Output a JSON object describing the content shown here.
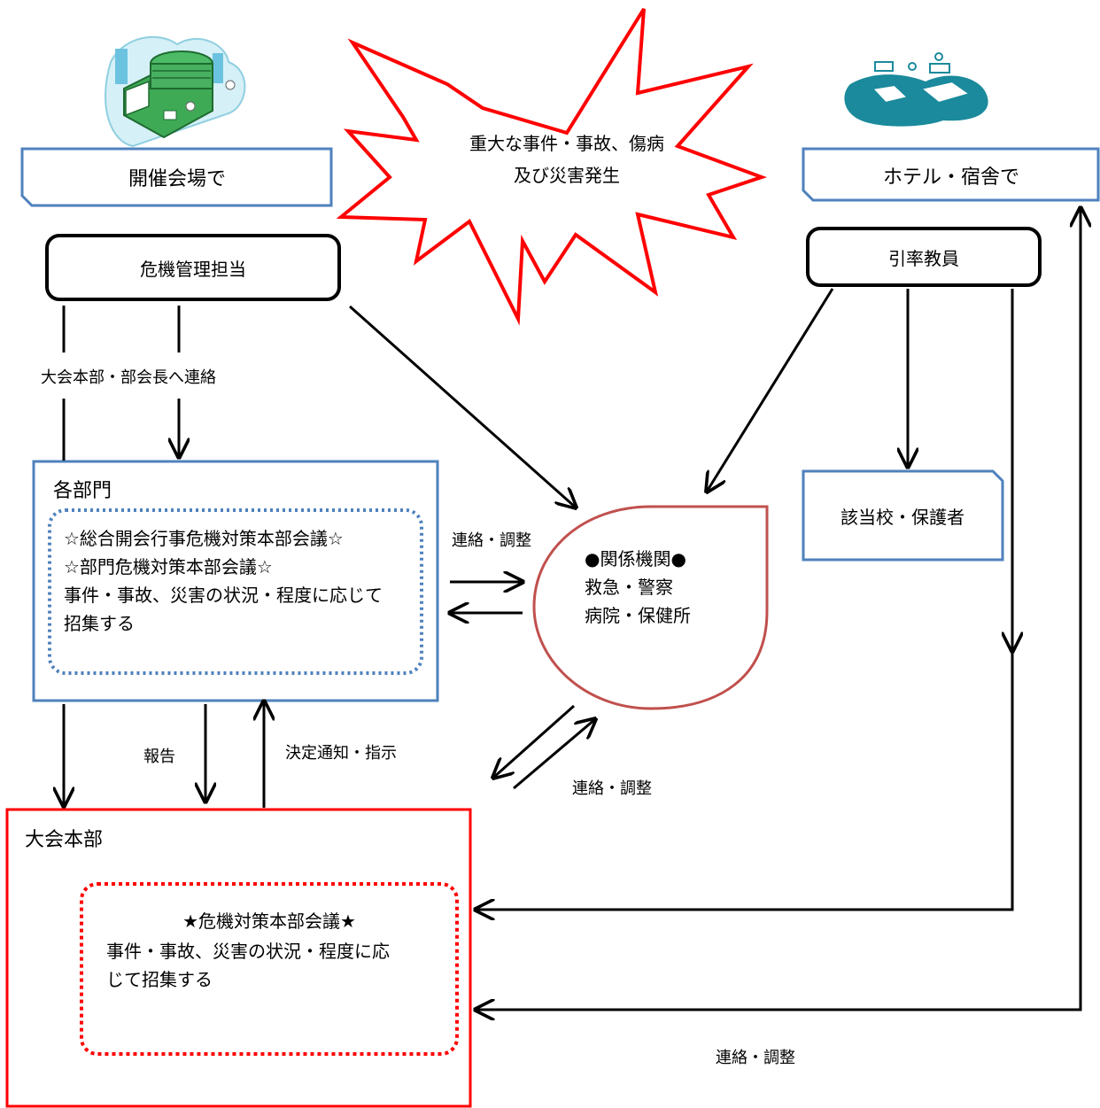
{
  "burst": {
    "line1": "重大な事件・事故、傷病",
    "line2": "及び災害発生"
  },
  "venue": {
    "label": "開催会場で",
    "icon": "stadium-icon",
    "manager": "危機管理担当",
    "contact_label": "大会本部・部会長へ連絡"
  },
  "hotel": {
    "label": "ホテル・宿舎で",
    "icon": "hotel-room-icon",
    "teacher": "引率教員",
    "school": "該当校・保護者"
  },
  "departments": {
    "title": "各部門",
    "lines": [
      "☆総合開会行事危機対策本部会議☆",
      "☆部門危機対策本部会議☆",
      "事件・事故、災害の状況・程度に応じて",
      "招集する"
    ]
  },
  "agencies": {
    "title": "●関係機関●",
    "line1": "救急・警察",
    "line2": "病院・保健所"
  },
  "hq": {
    "title": "大会本部",
    "meeting_title": "★危機対策本部会議★",
    "line1": "事件・事故、災害の状況・程度に応",
    "line2": "じて招集する"
  },
  "labels": {
    "coord_dept": "連絡・調整",
    "report": "報告",
    "decision": "決定通知・指示",
    "coord_hq": "連絡・調整",
    "coord_bottom": "連絡・調整"
  },
  "colors": {
    "burst": "#ff0000",
    "hq_border": "#ff0000",
    "dept_border": "#4f81bd",
    "agency_border": "#c0504d",
    "icon_teal": "#1a8a9c"
  }
}
